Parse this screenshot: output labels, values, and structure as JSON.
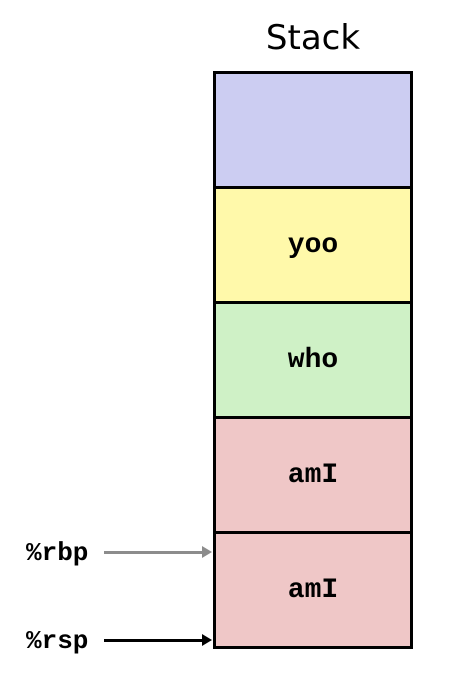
{
  "title": "Stack",
  "frames": [
    {
      "label": "",
      "color": "#cccdf2"
    },
    {
      "label": "yoo",
      "color": "#fff9aa"
    },
    {
      "label": "who",
      "color": "#cff1c6"
    },
    {
      "label": "amI",
      "color": "#efc7c7"
    },
    {
      "label": "amI",
      "color": "#efc7c7"
    }
  ],
  "registers": [
    {
      "name": "%rbp",
      "arrow_color": "#8c8c8c"
    },
    {
      "name": "%rsp",
      "arrow_color": "#000000"
    }
  ]
}
